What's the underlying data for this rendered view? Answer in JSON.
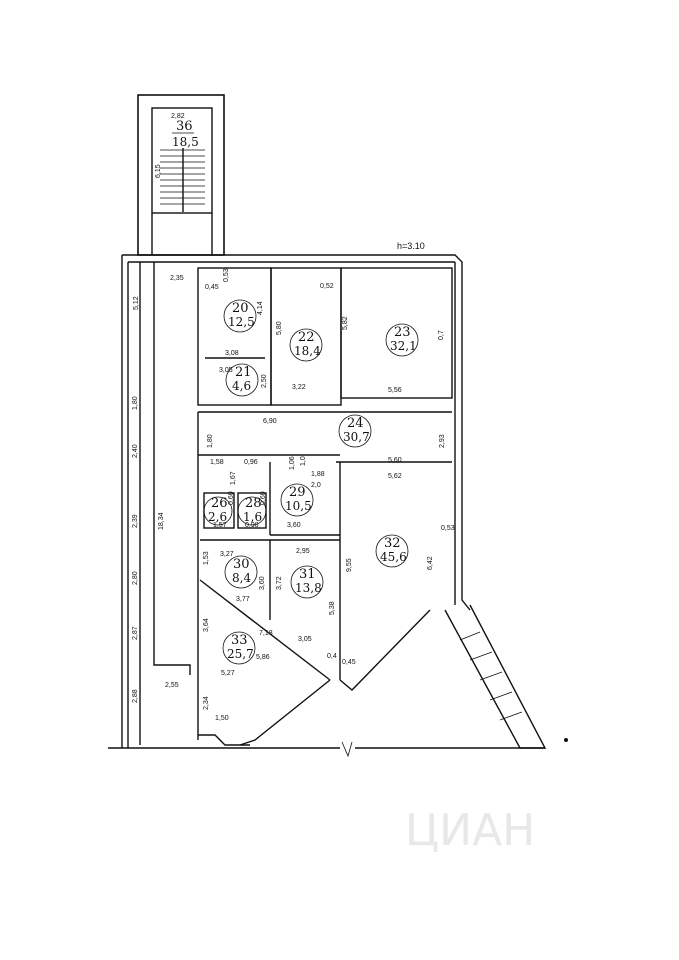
{
  "ceiling_height": "h=3.10",
  "watermark": "ЦИАН",
  "rooms": [
    {
      "id": "room-36",
      "num": "36",
      "area": "18,5",
      "top": "2,82"
    },
    {
      "id": "room-20",
      "num": "20",
      "area": "12,5"
    },
    {
      "id": "room-22",
      "num": "22",
      "area": "18,4"
    },
    {
      "id": "room-23",
      "num": "23",
      "area": "32,1"
    },
    {
      "id": "room-21",
      "num": "21",
      "area": "4,6"
    },
    {
      "id": "room-24",
      "num": "24",
      "area": "30,7"
    },
    {
      "id": "room-26",
      "num": "26",
      "area": "2,6"
    },
    {
      "id": "room-28",
      "num": "28",
      "area": "1,6"
    },
    {
      "id": "room-29",
      "num": "29",
      "area": "10,5"
    },
    {
      "id": "room-32",
      "num": "32",
      "area": "45,6"
    },
    {
      "id": "room-30",
      "num": "30",
      "area": "8,4"
    },
    {
      "id": "room-31",
      "num": "31",
      "area": "13,8"
    },
    {
      "id": "room-33",
      "num": "33",
      "area": "25,7"
    }
  ],
  "dimensions": [
    "2,35",
    "5,12",
    "0,45",
    "0,53",
    "4,14",
    "5,80",
    "0,52",
    "5,82",
    "0,7",
    "3,08",
    "3,05",
    "2,50",
    "3,22",
    "5,56",
    "1,80",
    "2,40",
    "6,90",
    "1,80",
    "2,93",
    "1,58",
    "0,96",
    "1,67",
    "1,06",
    "1,0",
    "1,88",
    "2,0",
    "5,60",
    "5,62",
    "2,39",
    "18,34",
    "0,60",
    "0,60",
    "1,57",
    "0,98",
    "3,60",
    "0,53",
    "2,80",
    "3,27",
    "2,95",
    "1,53",
    "9,55",
    "6,42",
    "3,60",
    "3,72",
    "5,38",
    "3,77",
    "2,87",
    "3,64",
    "7,18",
    "3,05",
    "0,4",
    "0,45",
    "5,86",
    "5,27",
    "2,55",
    "2,88",
    "2,34",
    "1,50",
    "6,15"
  ]
}
